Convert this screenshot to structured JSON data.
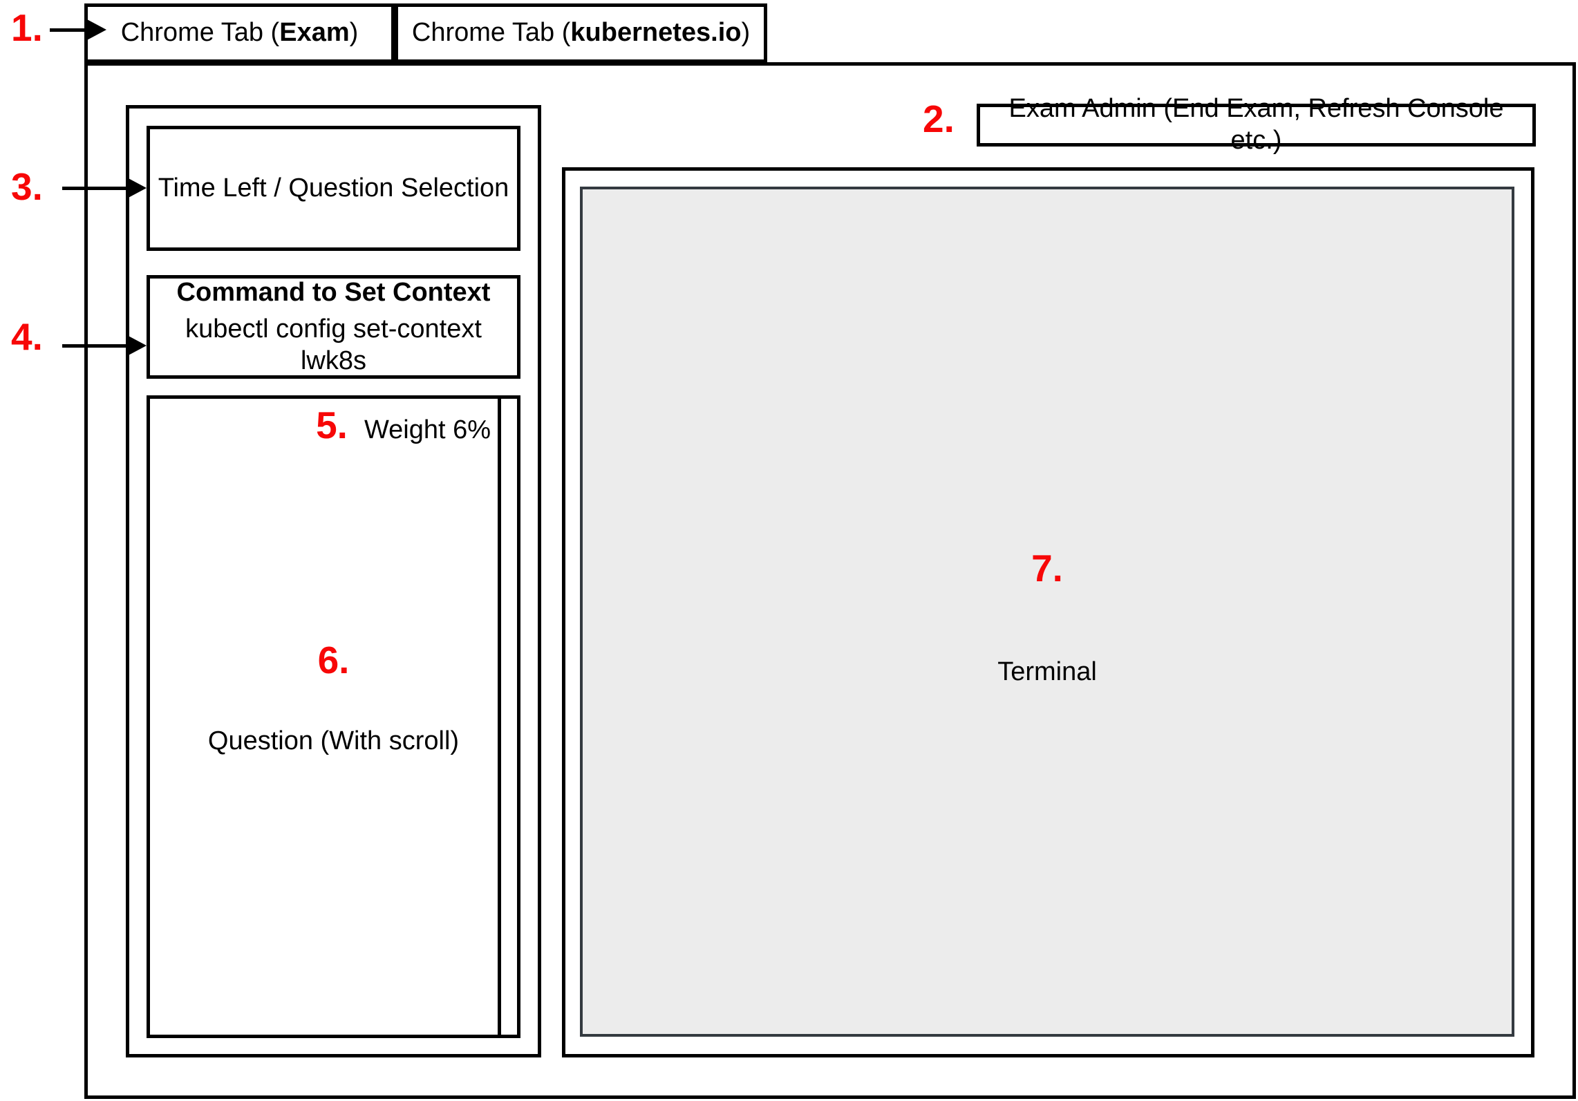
{
  "annotations": {
    "a1": "1.",
    "a2": "2.",
    "a3": "3.",
    "a4": "4.",
    "a5": "5.",
    "a6": "6.",
    "a7": "7."
  },
  "browser": {
    "tabs": [
      {
        "prefix": "Chrome Tab (",
        "bold": "Exam",
        "suffix": ")"
      },
      {
        "prefix": "Chrome Tab (",
        "bold": "kubernetes.io",
        "suffix": ")"
      }
    ]
  },
  "exam_admin": {
    "label": "Exam Admin (End Exam, Refresh Console etc.)"
  },
  "sidebar": {
    "timer": {
      "label": "Time Left / Question Selection"
    },
    "context_command": {
      "title": "Command to Set Context",
      "command": "kubectl config set-context lwk8s"
    },
    "question": {
      "weight_label": "Weight 6%",
      "body_label": "Question (With scroll)"
    }
  },
  "terminal": {
    "label": "Terminal"
  },
  "colors": {
    "annotation_red": "#f70707",
    "stroke_black": "#000000",
    "terminal_fill": "#ececec",
    "terminal_border": "#343a40"
  }
}
